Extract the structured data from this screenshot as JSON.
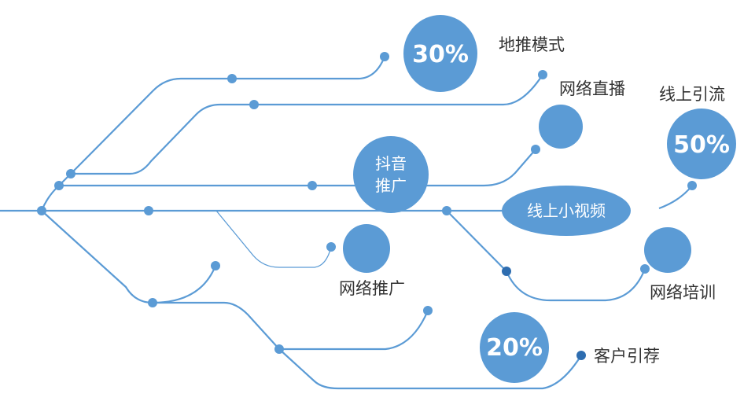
{
  "colors": {
    "accent": "#5b9bd5",
    "dark_dot": "#2e6db0",
    "text": "#333333"
  },
  "nodes": {
    "douyin": "抖音推广",
    "douyin_line1": "抖音",
    "douyin_line2": "推广",
    "short_video": "线上小视频",
    "ground_push": "地推模式",
    "ground_push_pct": "30%",
    "live_stream": "网络直播",
    "online_traffic": "线上引流",
    "online_traffic_pct": "50%",
    "web_promo": "网络推广",
    "web_training": "网络培训",
    "referral": "客户引荐",
    "referral_pct": "20%"
  }
}
